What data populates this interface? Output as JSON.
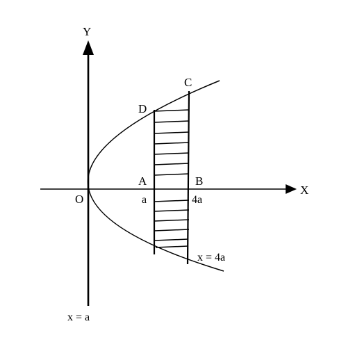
{
  "colors": {
    "ink": "#000000",
    "background": "#ffffff"
  },
  "labels": {
    "y_axis": "Y",
    "x_axis": "X",
    "origin": "O",
    "point_a": "A",
    "point_b": "B",
    "point_c": "C",
    "point_d": "D",
    "tick_a": "a",
    "tick_4a": "4a",
    "line_x_eq_4a": "x = 4a",
    "line_x_eq_a": "x = a"
  }
}
